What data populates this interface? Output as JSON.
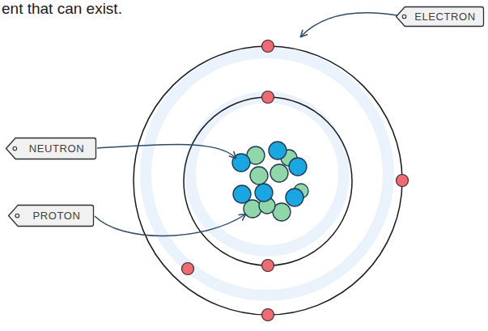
{
  "diagram": {
    "nodes": [
      {
        "text": [
          "ELECTRON"
        ]
      },
      {
        "text": [
          "NEUTRON"
        ]
      },
      {
        "text": [
          "PROTON"
        ]
      }
    ],
    "labels": [
      "ent that can exist."
    ]
  }
}
